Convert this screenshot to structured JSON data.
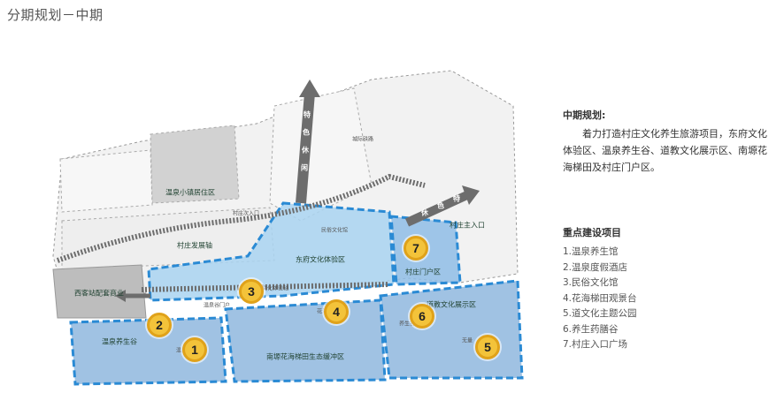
{
  "page_title": "分期规划－中期",
  "side_panel": {
    "heading": "中期规划:",
    "description": "着力打造村庄文化养生旅游项目，东府文化体验区、温泉养生谷、道教文化展示区、南塬花海梯田及村庄门户区。",
    "projects_title": "重点建设项目",
    "projects": [
      "1.温泉养生馆",
      "2.温泉度假酒店",
      "3.民俗文化馆",
      "4.花海梯田观景台",
      "5.道文化主题公园",
      "6.养生药膳谷",
      "7.村庄入口广场"
    ]
  },
  "map": {
    "labels": {
      "town_area": "温泉小镇居住区",
      "village_axis": "村庄发展轴",
      "village_entry": "村庄次入口",
      "folk_hall": "民俗文化馆",
      "dongfu": "东府文化体验区",
      "gateway": "村庄门户区",
      "main_entry": "村庄主入口",
      "xike": "西客站配套商业",
      "spa_valley": "温泉养生谷",
      "nanyuan": "南塬花海梯田生态缓冲区",
      "taoist": "道教文化展示区",
      "health": "养生谷",
      "culture_axis_a": "民俗文化体验轴",
      "hot_spring_gate": "温泉谷门户",
      "flower": "花海梯田",
      "wuliang": "无量",
      "spa_hall": "温泉",
      "railway": "城际铁路"
    },
    "vertical_axis_chars": [
      "特",
      "色",
      "休",
      "闲"
    ],
    "diagonal_axis_chars": [
      "休",
      "色",
      "特"
    ],
    "markers": [
      "1",
      "2",
      "3",
      "4",
      "5",
      "6",
      "7"
    ]
  }
}
